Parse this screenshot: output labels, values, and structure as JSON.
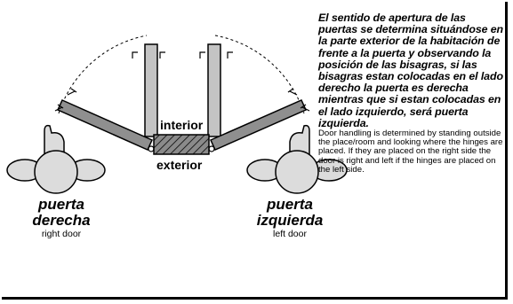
{
  "description": {
    "spanish": "El sentido de apertura de las puertas se determina situándose en la parte exterior de la habitación de frente a la puerta y observando la posición de las bisagras, si las bisagras estan colocadas en el lado derecho la puerta es derecha mientras que si estan colocadas en el lado izquierdo, será puerta izquierda.",
    "english": "Door handling is determined by standing outside the place/room and looking where the hinges are placed. If they are placed on the right side the door is right and left if the hinges are placed on the left side."
  },
  "labels": {
    "interior": "interior",
    "exterior": "exterior",
    "right_door_es_line1": "puerta",
    "right_door_es_line2": "derecha",
    "right_door_en": "right door",
    "left_door_es_line1": "puerta",
    "left_door_es_line2": "izquierda",
    "left_door_en": "left door"
  },
  "colors": {
    "door_fill": "#8f8f8f",
    "wall_fill": "#c4c4c4",
    "hatch_fill": "#6e6e6e",
    "person_fill": "#dcdcdc",
    "stroke": "#000000"
  }
}
